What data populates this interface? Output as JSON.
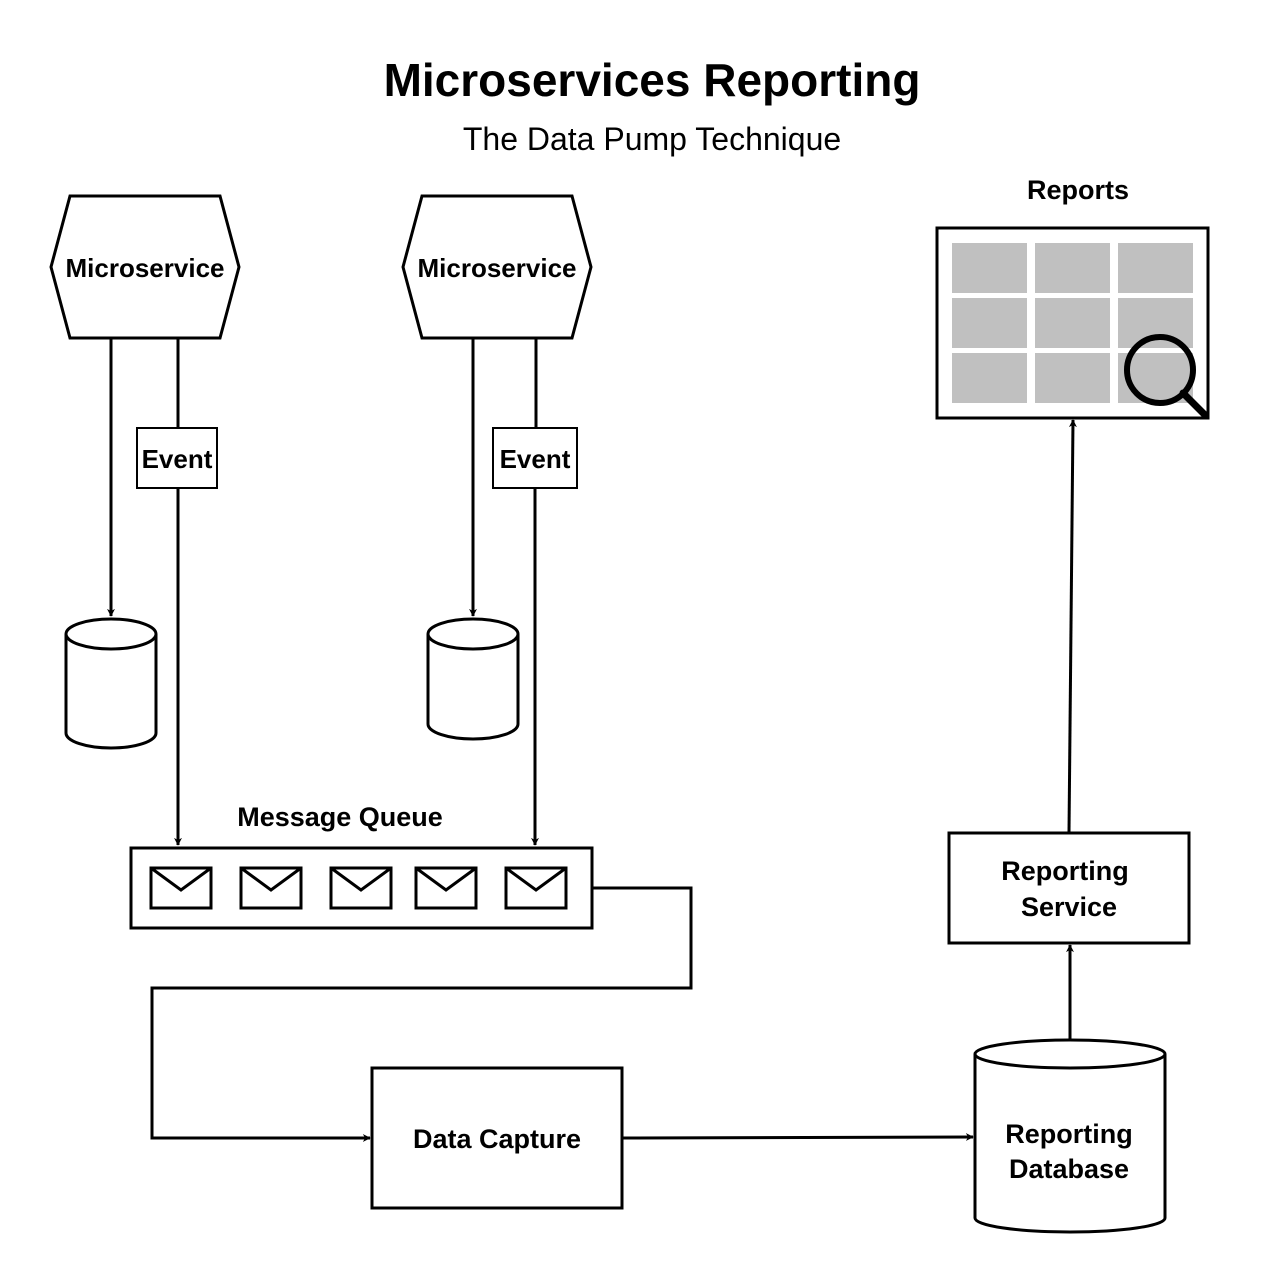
{
  "diagram": {
    "title": "Microservices Reporting",
    "subtitle": "The Data Pump Technique",
    "nodes": {
      "microservice_1": "Microservice",
      "microservice_2": "Microservice",
      "event_1": "Event",
      "event_2": "Event",
      "message_queue": "Message Queue",
      "data_capture": "Data Capture",
      "reporting_database": [
        "Reporting",
        "Database"
      ],
      "reporting_service": [
        "Reporting",
        "Service"
      ],
      "reports": "Reports"
    },
    "icons": [
      "hexagon",
      "database-cylinder",
      "envelope-icon",
      "table-grid-icon",
      "magnifier-icon"
    ],
    "colors": {
      "stroke": "#000000",
      "grid_cell": "#c0c0c0",
      "background": "#ffffff"
    }
  }
}
